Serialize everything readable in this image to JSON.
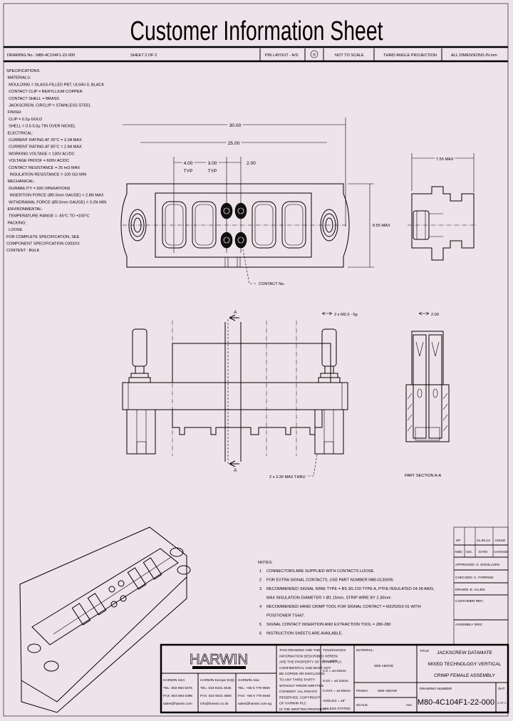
{
  "header": {
    "title": "Customer Information Sheet",
    "drawing_no": "DRAWING No.: M80-4C104F1-22-000",
    "sheet": "SHEET 2 OF 2",
    "pin_layout": "PIN LAYOUT - A/S",
    "copyright_symbol": "©",
    "scale_note": "NOT TO SCALE",
    "projection": "THIRD ANGLE PROJECTION",
    "units": "ALL DIMENSIONS IN mm"
  },
  "specifications": [
    "SPECIFICATIONS:",
    " MATERIALS:",
    "  MOULDING = GLASS-FILLED PBT, UL94V-0, BLACK",
    "  CONTACT CLIP = BERYLLIUM COPPER",
    "  CONTACT SHELL = BRASS",
    "  JACKSCREW, CIRCLIP = STAINLESS STEEL",
    " FINISH:",
    "  CLIP = 0.2µ GOLD",
    "  SHELL = 0.5-5.0µ TIN OVER NICKEL",
    " ELECTRICAL:",
    "  CURRENT RATING AT 25°C = 3.3A MAX",
    "  CURRENT RATING AT 85°C = 2.8A MAX",
    "  WORKING VOLTAGE = 130V AC/DC",
    "  VOLTAGE PROOF = 600V AC/DC",
    "  CONTACT RESISTANCE = 25 mΩ MAX",
    "   INSULATION RESISTANCE = 100 GΩ MIN",
    " MECHANICAL:",
    "  DURABILITY = 500 OPERATIONS",
    "   INSERTION FORCE (Ø0.5mm GAUGE) = 2.8N MAX",
    "  WITHDRAWAL FORCE (Ø0.5mm GAUGE) = 0.2N MIN",
    " ENVIRONMENTAL:",
    "  TEMPERATURE RANGE = -65°C TO +150°C",
    " PACKING:",
    "  LOOSE",
    "FOR COMPLETE SPECIFICATION, SEE",
    "COMPONENT SPECIFICATION C003XX",
    "CONTENT : BULK"
  ],
  "dimensions": {
    "overall_length": "30.00",
    "jackscrew_pitch": "25.00",
    "power_pitch": "4.00",
    "power_pitch_typ": "TYP",
    "mid_pitch": "3.00",
    "mid_pitch_typ": "TYP",
    "signal_pitch": "2.00",
    "height": "8.55 MAX",
    "depth": "7.55 MAX",
    "contact_no": "CONTACT No.",
    "jackscrew_thread": "2 x M2.0 - 6g",
    "section_pitch": "2.00",
    "board_holes": "2 x 3.30 MAX THRU",
    "section_label": "A",
    "section_title": "PART SECTION A-A"
  },
  "notes": {
    "heading": "NOTES:",
    "items": [
      [
        "1",
        "CONNECTORS ARE SUPPLIED WITH CONTACTS LOOSE."
      ],
      [
        "2",
        "FOR EXTRA SIGNAL CONTACTS, USE PART NUMBER M80-0130005"
      ],
      [
        "3",
        "RECOMMENDED SIGNAL WIRE TYPE = BS 3G 210 TYPE A, PTFE INSULATED 24-28 AWG,"
      ],
      [
        "",
        "MAX INSULATION DIAMETER = Ø1.15mm, STRIP WIRE BY 2.30mm"
      ],
      [
        "4",
        "RECOMMENDED HAND CRIMP TOOL FOR SIGNAL CONTACT = M22520/2-01 WITH"
      ],
      [
        "",
        "POSITIONER TS447."
      ],
      [
        "5",
        "SIGNAL CONTACT INSERTION AND EXTRACTION TOOL = Z80-280"
      ],
      [
        "6",
        "INSTRUCTION SHEETS ARE AVAILABLE."
      ]
    ]
  },
  "revision": {
    "row": [
      "SP",
      "",
      "21.05.13",
      "ISSUE"
    ],
    "headers": [
      "AMD",
      "ISS.",
      "DATE",
      "CHANGE"
    ],
    "approved": "APPROVED: S. WOOLLVEN",
    "checked": "CHECKED: C. FORRISE",
    "drawn": "DRAWN: E. ALLEN",
    "customer_ref": "CUSTOMER REF.:",
    "assembly_drg": "ASSEMBLY DRG:"
  },
  "title_block": {
    "logo": "HARWIN",
    "offices": [
      {
        "name": "HARWIN USA",
        "tel": "TEL: 603 893 5376",
        "fax": "FAX: 603 893 5396",
        "email": "sales@harwin.com"
      },
      {
        "name": "HARWIN Europe (HQ)",
        "tel": "TEL: 023 9231 4545",
        "fax": "FAX: 023 9231 4590",
        "email": "info@harwin.co.uk"
      },
      {
        "name": "HARWIN Asia",
        "tel": "TEL: +65 6 779 9500",
        "fax": "FAX: +65 6 779 5646",
        "email": "sales@harwin.com.sg"
      }
    ],
    "disclaimer": [
      "THIS DRAWING AND THE",
      "INFORMATION DESCRIBED HEREIN",
      "ARE THE PROPERTY OF HARWIN PLC",
      "CONFIDENTIAL AND MUST NOT",
      "BE COPIED OR DISCLOSED",
      "TO ANY THIRD PARTY",
      "WITHOUT PRIOR WRITTEN",
      "CONSENT. ALL RIGHTS",
      "RESERVED. COPYRIGHT",
      "OF HARWIN PLC",
      "IS THE WRITTEN PROPERTY"
    ],
    "tolerances_heading": "TOLERANCES",
    "tolerances": [
      "0. = ±mm",
      "0.X = ±0.25mm",
      "0.XX = ±0.10mm",
      "0.XXX = ±0.05mm",
      "ANGLES = ±5°"
    ],
    "unless_stated": "UNLESS STATED",
    "material_label": "MATERIAL:",
    "material_value": "SEE ABOVE",
    "finish_label": "FINISH:",
    "finish_value": "SEE ABOVE",
    "scale_label": "SCALE:",
    "scale_unit": "mm",
    "title_label": "TITLE",
    "title_lines": [
      "JACKSCREW DATAMATE",
      "MIXED TECHNOLOGY VERTICAL",
      "CRIMP FEMALE ASSEMBLY"
    ],
    "drawing_number_label": "DRAWING NUMBER",
    "drawing_number": "M80-4C104F1-22-000",
    "sheet_label": "SHT",
    "sheet_value": "2 OF 2"
  }
}
